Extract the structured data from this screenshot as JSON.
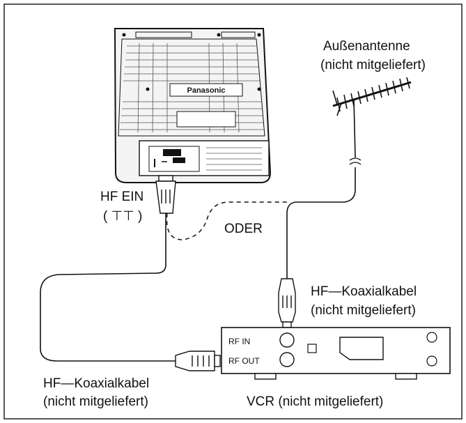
{
  "labels": {
    "outdoor_antenna_line1": "Außenantenne",
    "outdoor_antenna_line2": "(nicht mitgeliefert)",
    "hf_in": "HF EIN",
    "hf_in_symbol": "( ⊤⊤ )",
    "oder": "ODER",
    "coax_top_line1": "HF—Koaxialkabel",
    "coax_top_line2": "(nicht mitgeliefert)",
    "coax_bottom_line1": "HF—Koaxialkabel",
    "coax_bottom_line2": "(nicht mitgeliefert)",
    "vcr_caption": "VCR (nicht mitgeliefert)",
    "tv_brand": "Panasonic",
    "vcr_rf_in": "RF IN",
    "vcr_rf_out": "RF OUT"
  },
  "colors": {
    "line": "#111111",
    "background": "#ffffff",
    "tv_fill": "#f4f4f4"
  }
}
